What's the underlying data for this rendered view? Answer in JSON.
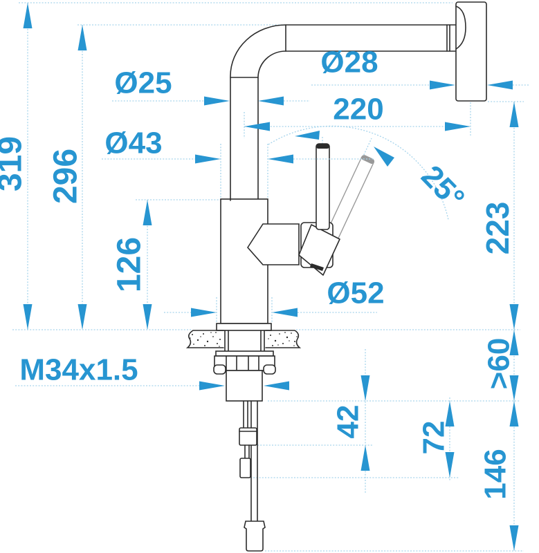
{
  "colors": {
    "dimension_blue": "#2795d1",
    "dim_line_light": "#a6d4ec",
    "outline_black": "#2b2b2b",
    "phantom_gray": "#999999",
    "background": "#ffffff"
  },
  "dims": {
    "overall_height": "319",
    "spout_height": "296",
    "body_height": "126",
    "riser_diameter": "Ø25",
    "body_diameter": "Ø43",
    "head_diameter": "Ø28",
    "spout_reach": "220",
    "handle_angle": "25°",
    "head_to_deck": "223",
    "base_diameter": "Ø52",
    "thread": "M34x1.5",
    "deck_clearance": ">60",
    "hose_drop_1": "42",
    "hose_drop_2": "72",
    "weight_drop": "146"
  }
}
